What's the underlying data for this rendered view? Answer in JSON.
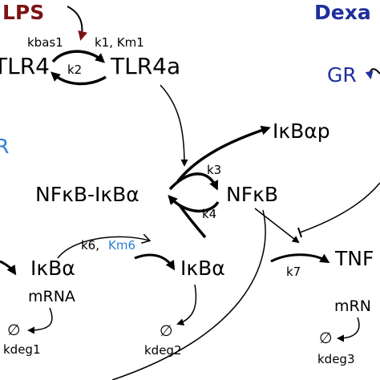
{
  "colors": {
    "lps": "#7a1414",
    "dexa": "#1f2f9c",
    "blue_label": "#2a7fd4",
    "inhibition": "#2b4aa8",
    "ink": "#000000"
  },
  "nodes": {
    "lps": "LPS",
    "dexa": "Dexa",
    "tlr4": "TLR4",
    "tlr4a": "TLR4a",
    "gr": "GR",
    "r_left": "R",
    "ikbap": "IκBαp",
    "complex": "NFκB-IκBα",
    "nfkb": "NFκB",
    "ikba_left": "IκBα",
    "mrna_left": "mRNA",
    "ikba_mid": "IκBα",
    "tnf": "TNF",
    "mrna_right": "mRN",
    "empty1": "∅",
    "empty2": "∅",
    "empty3": "∅"
  },
  "rates": {
    "kbas1": "kbas1",
    "k1_km1": "k1, Km1",
    "k2": "k2",
    "k3": "k3",
    "k4": "k4",
    "k6": "k6,",
    "km6": "Km6",
    "k7": "k7",
    "kdeg1": "kdeg1",
    "kdeg2": "kdeg2",
    "kdeg3": "kdeg3"
  }
}
